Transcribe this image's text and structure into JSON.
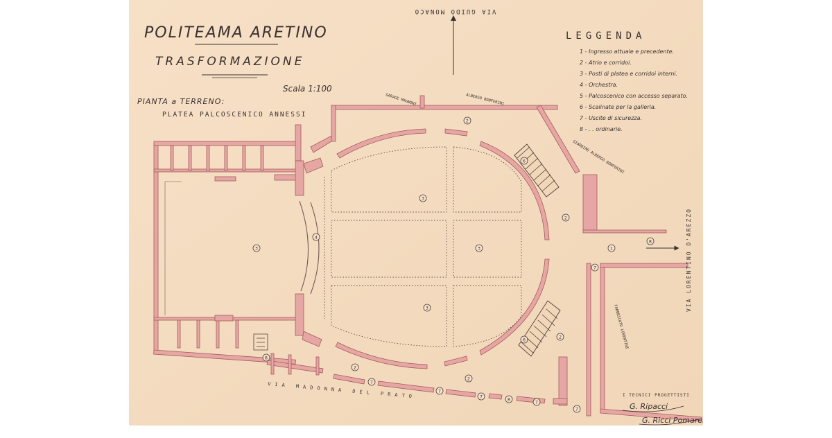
{
  "title": {
    "main": "POLITEAMA ARETINO",
    "sub": "TRASFORMAZIONE",
    "scale": "Scala 1:100"
  },
  "plan_heading": {
    "line1": "PIANTA a TERRENO:",
    "line2": "PLATEA PALCOSCENICO ANNESSI"
  },
  "legend": {
    "heading": "LEGGENDA",
    "items": [
      "1 - Ingresso attuale e precedente.",
      "2 - Atrio e corridoi.",
      "3 - Posti di platea e corridoi interni.",
      "4 - Orchestra.",
      "5 - Palcoscenico con accesso separato.",
      "6 - Scalinate per la galleria.",
      "7 - Uscite di sicurezza.",
      "8 - . . ordinarie."
    ]
  },
  "streets": {
    "top": "VIA GUIDO MONACO",
    "right": "VIA LORENTINO D'AREZZO",
    "bottom": "VIA MADONNA DEL PRATO"
  },
  "annex_labels": {
    "garage": "GARAGE MAGNONI",
    "albergo_top": "ALBERGO BONFERINI",
    "giardino": "GIARDINO ALBERGO BONFERINI",
    "fabbricato": "FABBRICATO LORENTINI"
  },
  "signature_block": {
    "label": "I TECNICI PROGETTISTI",
    "sig1": "G. Ripacci",
    "sig2": "G. Ricci Pomarelli"
  },
  "markers": {
    "m1": "1",
    "m2": "2",
    "m3": "3",
    "m4": "4",
    "m5": "5",
    "m6": "6",
    "m7": "7",
    "m8": "8"
  },
  "colors": {
    "paper": "#f4dcc1",
    "wall_fill": "#e6a7a4",
    "wall_stroke": "#a35b5a",
    "ink": "#3a3130"
  }
}
